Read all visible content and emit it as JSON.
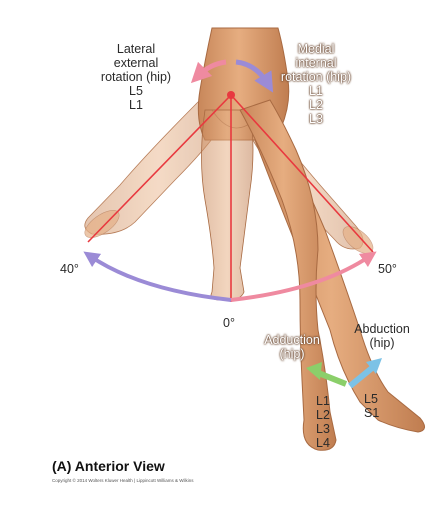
{
  "labels": {
    "lateral": [
      "Lateral",
      "external",
      "rotation (hip)",
      "L5",
      "L1"
    ],
    "medial": [
      "Medial",
      "internal",
      "rotation (hip)",
      "L1",
      "L2",
      "L3"
    ],
    "angle_left": "40°",
    "angle_right": "50°",
    "angle_zero": "0°",
    "adduction": [
      "Adduction",
      "(hip)"
    ],
    "abduction": [
      "Abduction",
      "(hip)"
    ],
    "adduction_roots": [
      "L1",
      "L2",
      "L3",
      "L4"
    ],
    "abduction_roots": [
      "L5",
      "S1"
    ],
    "caption": "(A) Anterior View",
    "credit": "Copyright © 2014 Wolters Kluwer Health | Lippincott Williams & Wilkins"
  },
  "colors": {
    "skin": "#d79a6d",
    "skin_dark": "#b8784d",
    "red_line": "#e8393f",
    "lavender_arrow": "#9b8bd6",
    "pink_arrow": "#ef8aa0",
    "green_arrow": "#8bcf6a",
    "blue_arrow": "#7cc2e6"
  }
}
